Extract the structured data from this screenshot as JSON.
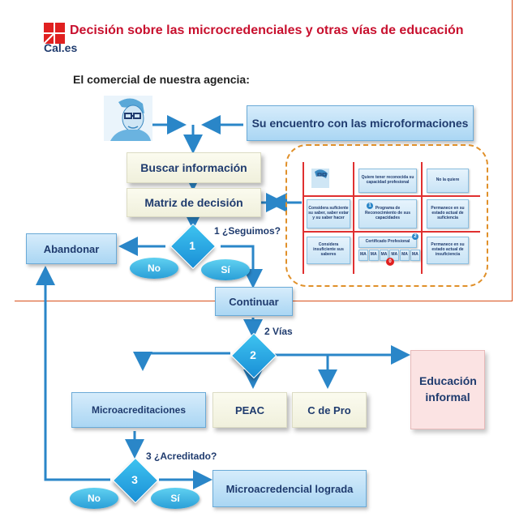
{
  "header": {
    "title": "Decisión sobre las microcredenciales y otras vías de educación",
    "brand": "Cal.es",
    "subtitle": "El comercial de nuestra agencia:"
  },
  "flow": {
    "encuentro": "Su encuentro con las microformaciones",
    "buscar": "Buscar información",
    "matriz": "Matriz de decisión",
    "abandonar": "Abandonar",
    "continuar": "Continuar",
    "microacreditaciones": "Microacreditaciones",
    "peac": "PEAC",
    "cdepro": "C de Pro",
    "educacion_informal": "Educación informal",
    "lograda": "Microacredencial lograda"
  },
  "decisions": [
    {
      "number": "1",
      "question": "1  ¿Seguimos?",
      "no": "No",
      "yes": "Sí"
    },
    {
      "number": "2",
      "question": "2    Vías"
    },
    {
      "number": "3",
      "question": "3 ¿Acreditado?",
      "no": "No",
      "yes": "Sí"
    }
  ],
  "matrix": {
    "col_headers": [
      "Quiere tener reconocida su capacidad profesional",
      "No la quiere"
    ],
    "rows": [
      {
        "label": "Considera suficiente su saber, saber estar y su saber hacer",
        "mid": "Programa de Reconocimiento de sus capacidades",
        "right": "Permanece en su estado actual de suficiencia",
        "badge": "1"
      },
      {
        "label": "Considera insuficiente sus saberes",
        "mid": "Certificado Profesional",
        "right": "Permanece en su estado actual de insuficiencia",
        "badge": "2",
        "ma": "MA",
        "ma_count": 6
      }
    ],
    "marker": "0"
  },
  "colors": {
    "title": "#c8102e",
    "box_blue": "#aad6f3",
    "arrow": "#2a86c8",
    "diamond": "#1a8fd6",
    "panel_border": "#e0902a",
    "grid_red": "#e03030"
  },
  "icons": [
    "logo-icon",
    "person-avatar-icon"
  ]
}
